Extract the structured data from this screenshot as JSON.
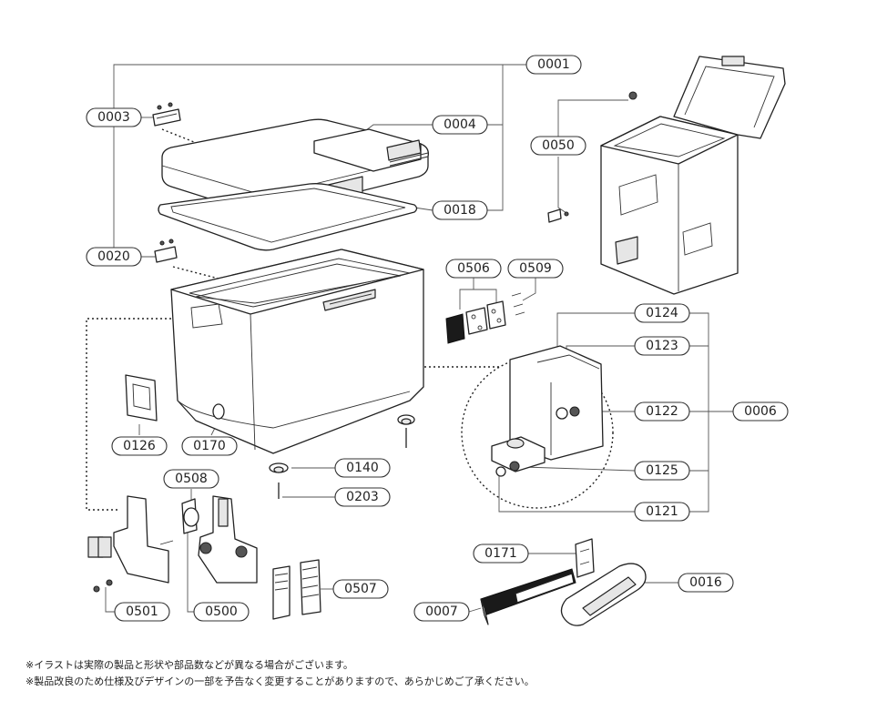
{
  "callouts": [
    {
      "id": "c0001",
      "label": "0001"
    },
    {
      "id": "c0003",
      "label": "0003"
    },
    {
      "id": "c0004",
      "label": "0004"
    },
    {
      "id": "c0018",
      "label": "0018"
    },
    {
      "id": "c0020",
      "label": "0020"
    },
    {
      "id": "c0050",
      "label": "0050"
    },
    {
      "id": "c0506",
      "label": "0506"
    },
    {
      "id": "c0509",
      "label": "0509"
    },
    {
      "id": "c0124",
      "label": "0124"
    },
    {
      "id": "c0123",
      "label": "0123"
    },
    {
      "id": "c0122",
      "label": "0122"
    },
    {
      "id": "c0006",
      "label": "0006"
    },
    {
      "id": "c0125",
      "label": "0125"
    },
    {
      "id": "c0121",
      "label": "0121"
    },
    {
      "id": "c0126",
      "label": "0126"
    },
    {
      "id": "c0170",
      "label": "0170"
    },
    {
      "id": "c0140",
      "label": "0140"
    },
    {
      "id": "c0203",
      "label": "0203"
    },
    {
      "id": "c0508",
      "label": "0508"
    },
    {
      "id": "c0507",
      "label": "0507"
    },
    {
      "id": "c0501",
      "label": "0501"
    },
    {
      "id": "c0500",
      "label": "0500"
    },
    {
      "id": "c0171",
      "label": "0171"
    },
    {
      "id": "c0016",
      "label": "0016"
    },
    {
      "id": "c0007",
      "label": "0007"
    }
  ],
  "notes": {
    "line1": "※イラストは実際の製品と形状や部品数などが異なる場合がございます。",
    "line2": "※製品改良のため仕様及びデザインの一部を予告なく変更することがありますので、あらかじめご了承ください。"
  }
}
